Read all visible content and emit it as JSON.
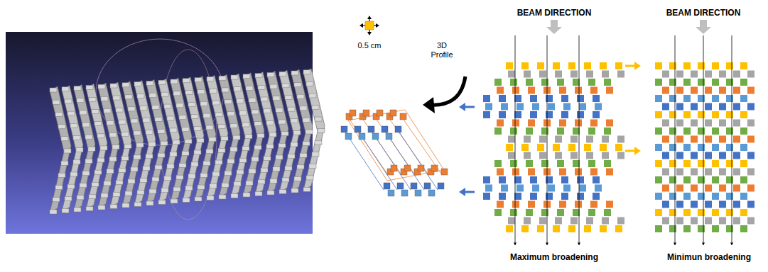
{
  "diagram": {
    "labels": [
      "0.5 cm",
      "3D Profile",
      "BEAM DIRECTION",
      "BEAM DIRECTION",
      "Maximum broadening",
      "Minimun broadening"
    ]
  }
}
